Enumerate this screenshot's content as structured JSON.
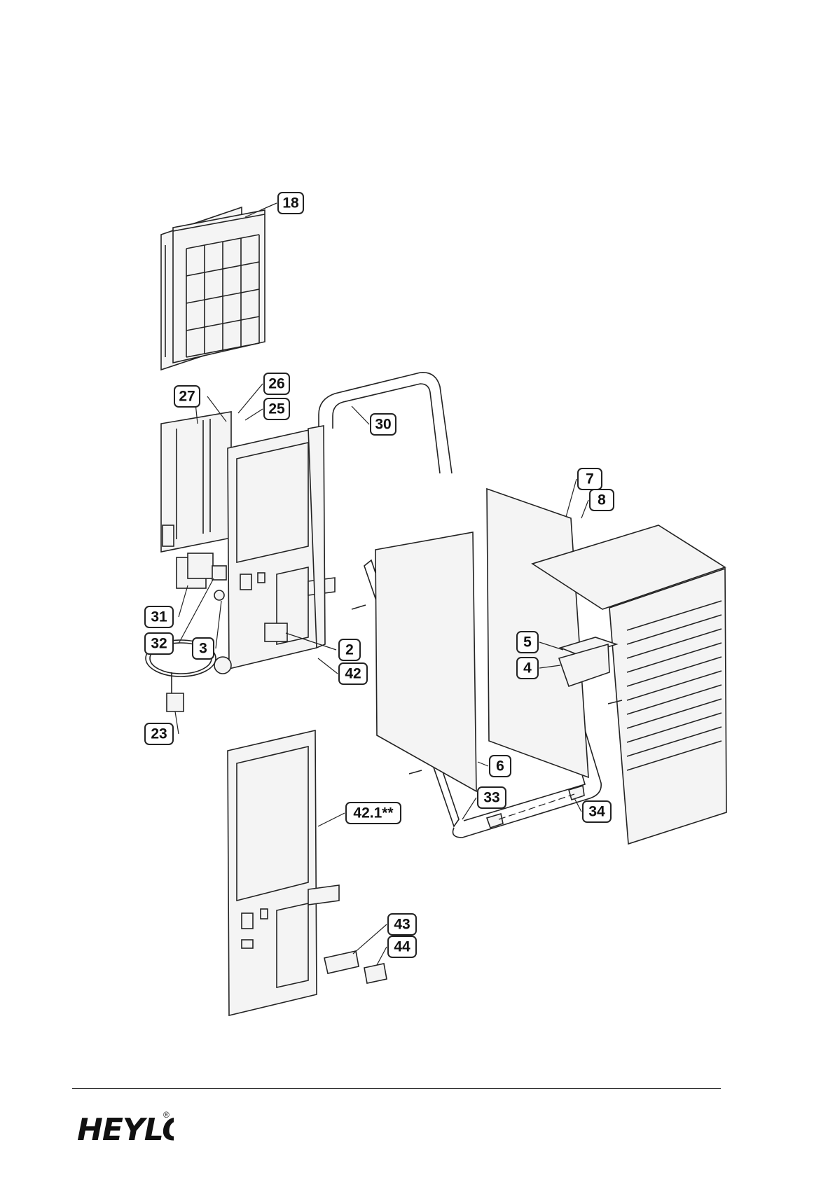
{
  "diagram": {
    "callouts": [
      {
        "id": "c18",
        "label": "18"
      },
      {
        "id": "c27",
        "label": "27"
      },
      {
        "id": "c26",
        "label": "26"
      },
      {
        "id": "c25",
        "label": "25"
      },
      {
        "id": "c30",
        "label": "30"
      },
      {
        "id": "c7",
        "label": "7"
      },
      {
        "id": "c8",
        "label": "8"
      },
      {
        "id": "c31",
        "label": "31"
      },
      {
        "id": "c32",
        "label": "32"
      },
      {
        "id": "c3",
        "label": "3"
      },
      {
        "id": "c2",
        "label": "2"
      },
      {
        "id": "c5",
        "label": "5"
      },
      {
        "id": "c4",
        "label": "4"
      },
      {
        "id": "c42",
        "label": "42"
      },
      {
        "id": "c23",
        "label": "23"
      },
      {
        "id": "c6",
        "label": "6"
      },
      {
        "id": "c33",
        "label": "33"
      },
      {
        "id": "c34",
        "label": "34"
      },
      {
        "id": "c421",
        "label": "42.1**"
      },
      {
        "id": "c43",
        "label": "43"
      },
      {
        "id": "c44",
        "label": "44"
      }
    ]
  },
  "footer": {
    "brand": "HEYLO",
    "registered_mark": "®"
  }
}
